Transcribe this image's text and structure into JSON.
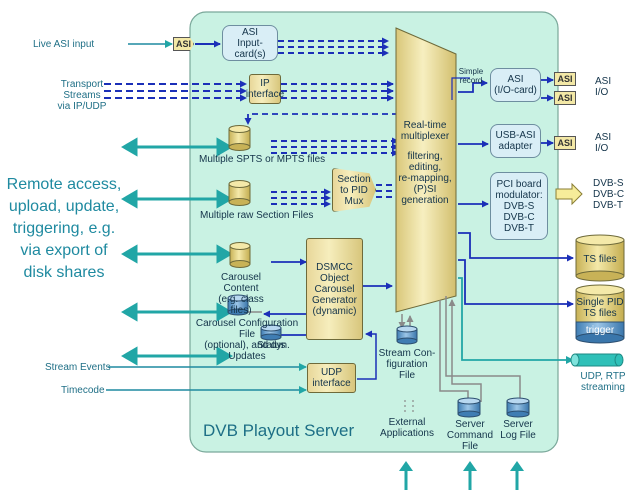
{
  "colors": {
    "server_bg": "#c9f2e3",
    "gold": "#e9d99a",
    "blue_line": "#1b2fb8",
    "teal": "#21a6a6",
    "asi_box": "#d9eef6"
  },
  "inputs": {
    "live_asi": "Live ASI input",
    "transport_1": "Transport Streams",
    "transport_2": "via IP/UDP",
    "stream_events": "Stream Events",
    "timecode": "Timecode"
  },
  "remote": {
    "line1": "Remote access,",
    "line2": "upload, update,",
    "line3": "triggering, e.g.",
    "line4": "via export of",
    "line5": "disk shares"
  },
  "server": {
    "title": "DVB Playout Server",
    "asi_input_1": "ASI",
    "asi_input_2": "Input-",
    "asi_input_3": "card(s)",
    "ip_1": "IP",
    "ip_2": "interface",
    "spts": "Multiple SPTS or MPTS files",
    "raw": "Multiple raw Section Files",
    "section_1": "Section",
    "section_2": "to PID",
    "section_3": "Mux",
    "carousel_1": "Carousel Content",
    "carousel_2": "(e.g. class files)",
    "config_1": "Carousel Configuration File",
    "config_2": "(optional), and dyn. Updates",
    "status": "Status",
    "dsmcc_1": "DSMCC",
    "dsmcc_2": "Object",
    "dsmcc_3": "Carousel",
    "dsmcc_4": "Generator",
    "dsmcc_5": "(dynamic)",
    "mux_1": "Real-time",
    "mux_2": "multiplexer",
    "mux_3": "filtering,",
    "mux_4": "editing,",
    "mux_5": "re-mapping,",
    "mux_6": "(P)SI",
    "mux_7": "generation",
    "simple_1": "Simple",
    "simple_2": "record",
    "asi_io_1": "ASI",
    "asi_io_2": "(I/O-card)",
    "usb_1": "USB-ASI",
    "usb_2": "adapter",
    "pci_1": "PCI board",
    "pci_2": "modulator:",
    "pci_3": "DVB-S",
    "pci_4": "DVB-C",
    "pci_5": "DVB-T",
    "udp_1": "UDP",
    "udp_2": "interface",
    "stream_cfg_1": "Stream Con-",
    "stream_cfg_2": "figuration",
    "stream_cfg_3": "File",
    "ext_1": "External",
    "ext_2": "Applications",
    "cmd_1": "Server",
    "cmd_2": "Command",
    "cmd_3": "File",
    "log_1": "Server",
    "log_2": "Log File"
  },
  "outputs": {
    "asi_tag": "ASI",
    "asi_1": "ASI",
    "io_1": "I/O",
    "asi_2": "ASI",
    "io_2": "I/O",
    "dvbs": "DVB-S",
    "dvbc": "DVB-C",
    "dvbt": "DVB-T",
    "ts_files": "TS files",
    "single_1": "Single PID",
    "single_2": "TS files",
    "trigger": "trigger",
    "udp_rtp_1": "UDP, RTP",
    "udp_rtp_2": "streaming"
  }
}
